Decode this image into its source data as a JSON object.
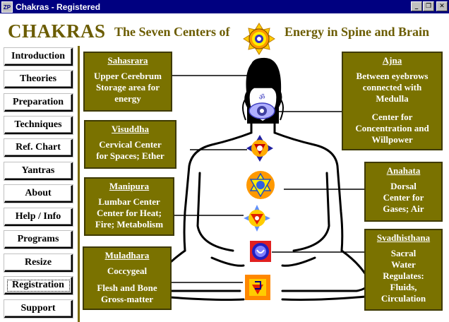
{
  "window": {
    "title": "Chakras - Registered",
    "app_icon": "ZP"
  },
  "heading": {
    "main": "CHAKRAS",
    "subtitle_left": "The Seven Centers of",
    "subtitle_right": "Energy in Spine and Brain"
  },
  "nav": [
    {
      "label": "Introduction"
    },
    {
      "label": "Theories"
    },
    {
      "label": "Preparation"
    },
    {
      "label": "Techniques"
    },
    {
      "label": "Ref. Chart"
    },
    {
      "label": "Yantras"
    },
    {
      "label": "About"
    },
    {
      "label": "Help / Info"
    },
    {
      "label": "Programs"
    },
    {
      "label": "Resize"
    },
    {
      "label": "Registration"
    },
    {
      "label": "Support"
    }
  ],
  "chakras": {
    "sahasrara": {
      "title": "Sahasrara",
      "lines": [
        "Upper Cerebrum",
        "Storage area for",
        "energy"
      ]
    },
    "ajna": {
      "title": "Ajna",
      "lines": [
        "Between eyebrows",
        "connected with",
        "Medulla",
        "",
        "Center for",
        "Concentration and",
        "Willpower"
      ]
    },
    "visuddha": {
      "title": "Visuddha",
      "lines": [
        "Cervical Center",
        "for Spaces; Ether"
      ]
    },
    "anahata": {
      "title": "Anahata",
      "lines": [
        "Dorsal",
        "Center for",
        "Gases; Air"
      ]
    },
    "manipura": {
      "title": "Manipura",
      "lines": [
        "Lumbar Center",
        "Center for Heat;",
        "Fire; Metabolism"
      ]
    },
    "svadhisthana": {
      "title": "Svadhisthana",
      "lines": [
        "Sacral",
        "Water",
        "Regulates:",
        "Fluids,",
        "Circulation"
      ]
    },
    "muladhara": {
      "title": "Muladhara",
      "lines": [
        "Coccygeal",
        "",
        "Flesh and Bone",
        "Gross-matter"
      ]
    }
  },
  "colors": {
    "titlebar": "#000080",
    "heading": "#6b5c00",
    "box_fill": "#7a7200",
    "silhouette": "#000000"
  }
}
